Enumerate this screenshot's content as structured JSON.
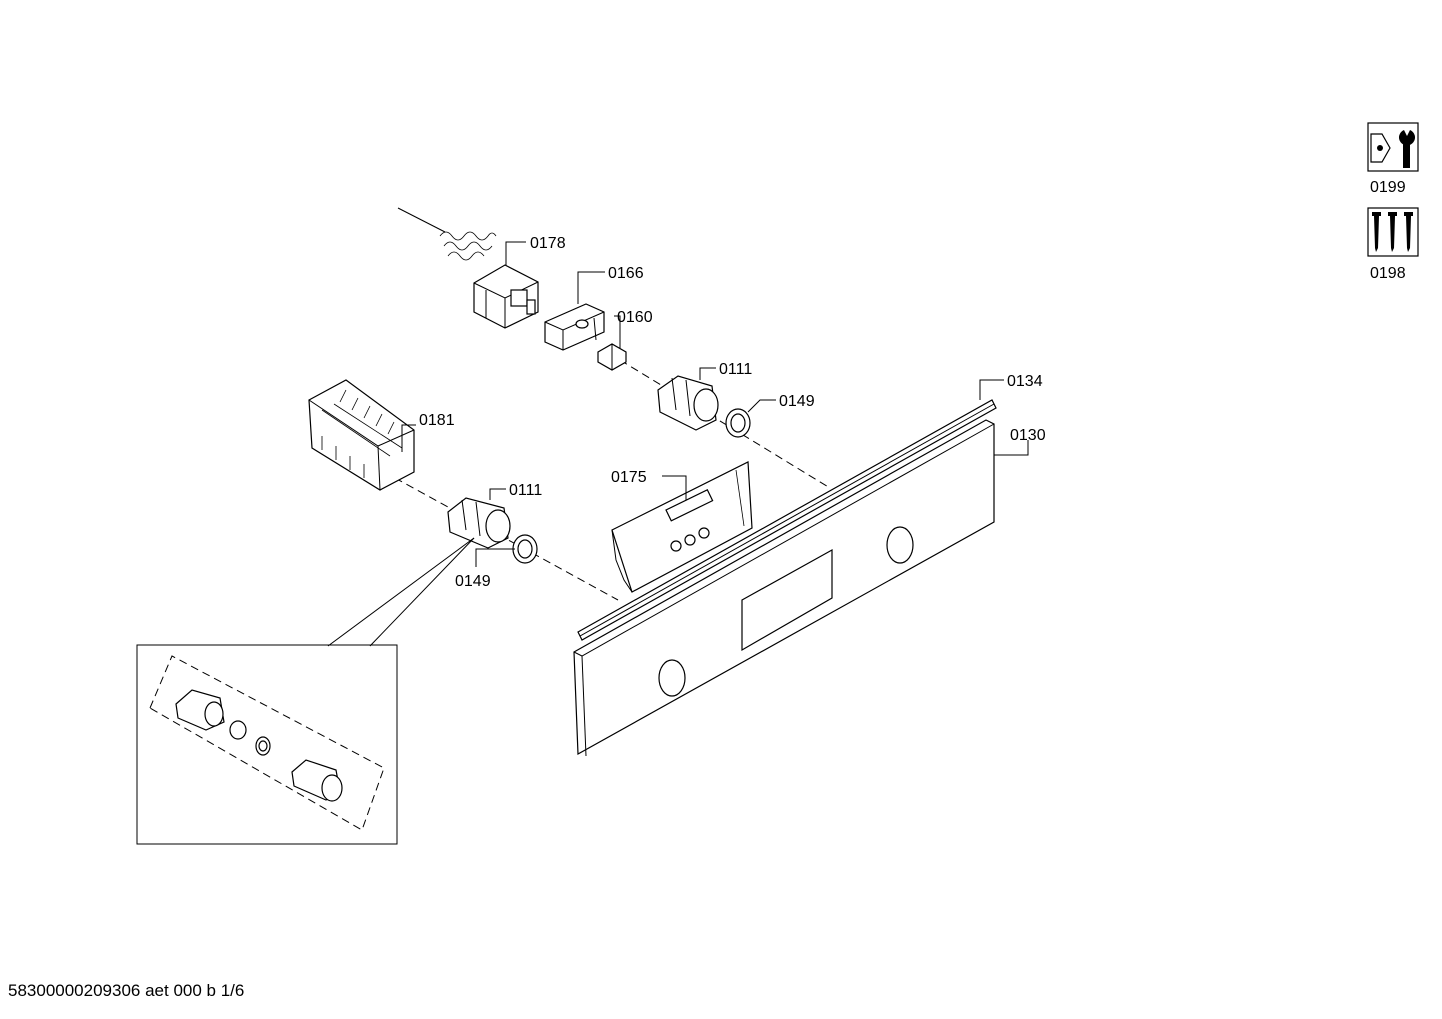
{
  "labels": {
    "p0178": "0178",
    "p0166": "0166",
    "p0160": "0160",
    "p0111_top": "0111",
    "p0149_top": "0149",
    "p0134": "0134",
    "p0130": "0130",
    "p0181": "0181",
    "p0111_left": "0111",
    "p0175": "0175",
    "p0149_left": "0149",
    "p0199": "0199",
    "p0198": "0198"
  },
  "footer": "58300000209306 aet 000 b 1/6",
  "icons": {
    "p0199": "wrench-nut-icon",
    "p0198": "screws-icon"
  }
}
